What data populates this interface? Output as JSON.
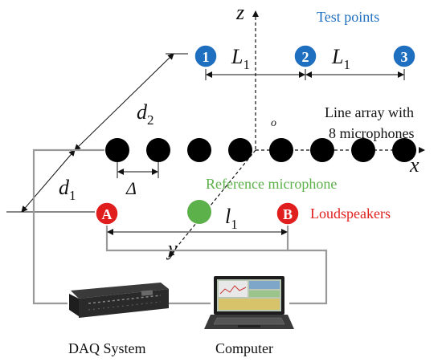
{
  "labels": {
    "z_axis": "z",
    "x_axis": "x",
    "y_axis": "y",
    "origin": "o",
    "test_points_title": "Test points",
    "L1_a_main": "L",
    "L1_a_sub": "1",
    "L1_b_main": "L",
    "L1_b_sub": "1",
    "d2_main": "d",
    "d2_sub": "2",
    "d1_main": "d",
    "d1_sub": "1",
    "delta": "Δ",
    "l1_main": "l",
    "l1_sub": "1",
    "line_array_1": "Line array with",
    "line_array_2": "8 microphones",
    "reference_microphone": "Reference microphone",
    "loudspeakers": "Loudspeakers",
    "daq_system": "DAQ System",
    "computer": "Computer"
  },
  "test_points": [
    {
      "label": "1"
    },
    {
      "label": "2"
    },
    {
      "label": "3"
    }
  ],
  "speakers": [
    {
      "label": "A"
    },
    {
      "label": "B"
    }
  ],
  "microphone_count": 8,
  "colors": {
    "test_point": "#1f6fc0",
    "test_points_title": "#1f6fc0",
    "speaker": "#e01e1e",
    "loudspeakers_text": "#e01e1e",
    "reference_mic": "#5db14a",
    "reference_text": "#5db14a",
    "microphone": "#000000",
    "wire": "#9a9a9a"
  }
}
